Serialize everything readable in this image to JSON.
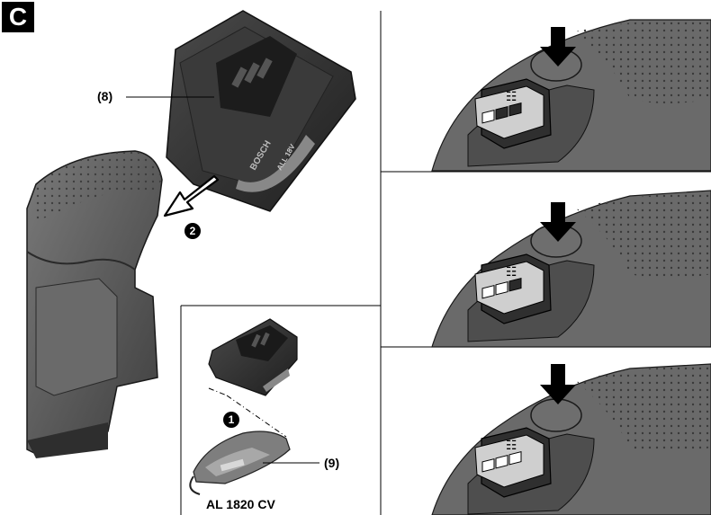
{
  "section_letter": "C",
  "callouts": {
    "battery_ref": "(8)",
    "charger_ref": "(9)",
    "charger_model": "AL 1820 CV"
  },
  "steps": {
    "step_1": "1",
    "step_2": "2"
  },
  "battery_branding": {
    "brand": "BOSCH",
    "system": "ALL 18V"
  },
  "indicator_panels": [
    {
      "lit_segments": 1,
      "total_segments": 3
    },
    {
      "lit_segments": 2,
      "total_segments": 3
    },
    {
      "lit_segments": 3,
      "total_segments": 3
    }
  ],
  "colors": {
    "tool_body": "#5a5a5a",
    "tool_light": "#8a8a8a",
    "ink": "#000000"
  }
}
